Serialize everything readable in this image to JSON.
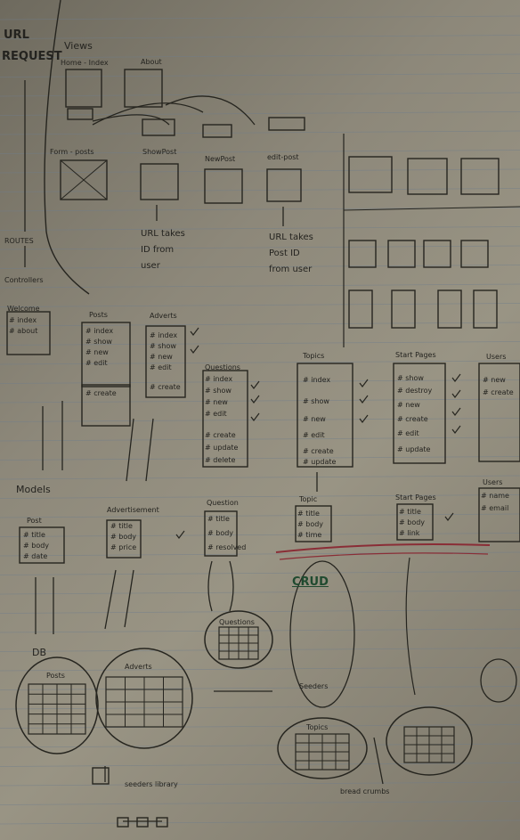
{
  "url_request": {
    "line1": "URL",
    "line2": "REQUEST"
  },
  "routes_label": "ROUTES",
  "controllers_label": "Controllers",
  "views_label": "Views",
  "models_label": "Models",
  "db_label": "DB",
  "crud_label": "CRUD",
  "seeders_label": "Seeders",
  "seeders_library_label": "seeders library",
  "view_pages": [
    "Home - Index",
    "About",
    "Form - posts",
    "ShowPost",
    "NewPost",
    "edit-post"
  ],
  "notes": {
    "show_post": [
      "URL takes",
      "ID from",
      "user"
    ],
    "edit_post": [
      "URL takes",
      "Post ID",
      "from user"
    ]
  },
  "controllers": [
    {
      "name": "Welcome",
      "actions": [
        "# index",
        "# about"
      ]
    },
    {
      "name": "Posts",
      "actions": [
        "# index",
        "# show",
        "# new",
        "# edit",
        "# create"
      ]
    },
    {
      "name": "Adverts",
      "actions": [
        "# index",
        "# show",
        "# new",
        "# edit",
        "# create"
      ]
    },
    {
      "name": "Questions",
      "actions": [
        "# index",
        "# show",
        "# new",
        "# edit",
        "# create",
        "# update",
        "# delete"
      ]
    },
    {
      "name": "Topics",
      "actions": [
        "# index",
        "# show",
        "# new",
        "# edit",
        "# create",
        "# update"
      ]
    },
    {
      "name": "Start Pages",
      "actions": [
        "# show",
        "# destroy",
        "# new",
        "# create",
        "# edit",
        "# update"
      ]
    },
    {
      "name": "Users",
      "actions": [
        "# new",
        "# create"
      ]
    }
  ],
  "models": [
    {
      "name": "Post",
      "fields": [
        "# title",
        "# body",
        "# date"
      ]
    },
    {
      "name": "Advertisement",
      "fields": [
        "# title",
        "# body",
        "# price"
      ]
    },
    {
      "name": "Question",
      "fields": [
        "# title",
        "# body",
        "# resolved"
      ]
    },
    {
      "name": "Topic",
      "fields": [
        "# title",
        "# body",
        "# time"
      ]
    },
    {
      "name": "Start Pages",
      "fields": [
        "# title",
        "# body",
        "# link"
      ]
    },
    {
      "name": "Users",
      "fields": [
        "# name",
        "# email"
      ]
    }
  ],
  "db_tables": [
    "Posts",
    "Adverts",
    "Questions",
    "Topics"
  ],
  "bottom_note": "bread crumbs"
}
